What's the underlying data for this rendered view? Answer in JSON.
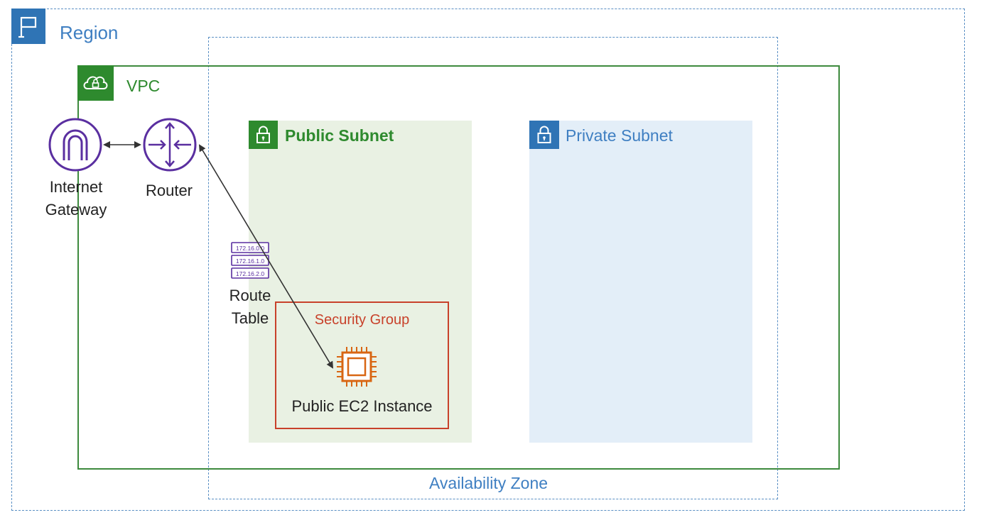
{
  "region": {
    "label": "Region",
    "icon": "flag-icon",
    "color": "#2f74b5"
  },
  "availability_zone": {
    "label": "Availability Zone"
  },
  "vpc": {
    "label": "VPC",
    "icon": "cloud-lock-icon",
    "color": "#2e8a2e"
  },
  "public_subnet": {
    "label": "Public Subnet",
    "icon": "lock-icon",
    "color": "#e9f1e3"
  },
  "private_subnet": {
    "label": "Private Subnet",
    "icon": "lock-icon",
    "color": "#e3eef8"
  },
  "internet_gateway": {
    "label_line1": "Internet",
    "label_line2": "Gateway",
    "icon": "internet-gateway-icon",
    "color": "#5a2fa0"
  },
  "router": {
    "label": "Router",
    "icon": "router-icon",
    "color": "#5a2fa0"
  },
  "route_table": {
    "label_line1": "Route",
    "label_line2": "Table",
    "icon": "route-table-icon",
    "entries": [
      "172.16.0.0",
      "172.16.1.0",
      "172.16.2.0"
    ]
  },
  "security_group": {
    "label": "Security Group",
    "color": "#c8412a"
  },
  "ec2_instance": {
    "label": "Public EC2 Instance",
    "icon": "chip-icon",
    "color": "#d86613"
  }
}
